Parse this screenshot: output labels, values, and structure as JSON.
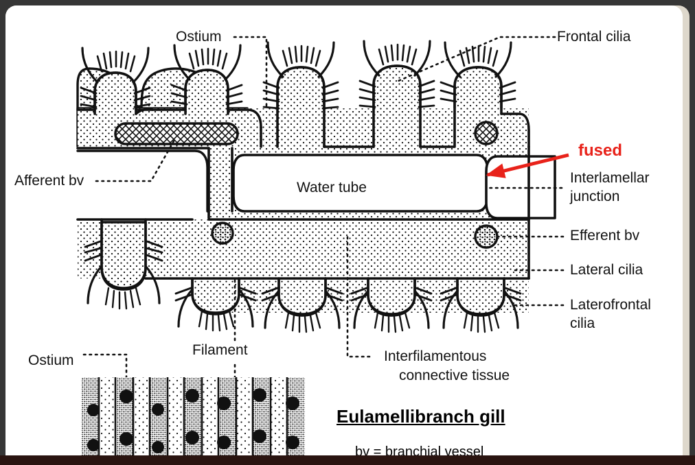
{
  "figure": {
    "title": "Eulamellibranch gill",
    "subtitle": "bv = branchial vessel",
    "accent_color": "#e8221a",
    "page_background": "#ffffff",
    "border_color": "#363636",
    "mat_color": "#ded8cc",
    "bottom_bar_color": "#2a1410",
    "ink_color": "#000000"
  },
  "labels": {
    "ostium_top": "Ostium",
    "frontal_cilia": "Frontal cilia",
    "afferent_bv": "Afferent bv",
    "water_tube": "Water tube",
    "fused": "fused",
    "interlamellar_junction_line1": "Interlamellar",
    "interlamellar_junction_line2": "junction",
    "efferent_bv": "Efferent bv",
    "lateral_cilia": "Lateral cilia",
    "laterofrontal_cilia_line1": "Laterofrontal",
    "laterofrontal_cilia_line2": "cilia",
    "interfilamentous_line1": "Interfilamentous",
    "interfilamentous_line2": "connective tissue",
    "filament": "Filament",
    "ostium_inset": "Ostium"
  },
  "inset": {
    "description": "Surface view of gill showing alternating filaments and ostia with pore dots",
    "band_count": 13,
    "dot_count": 14
  }
}
